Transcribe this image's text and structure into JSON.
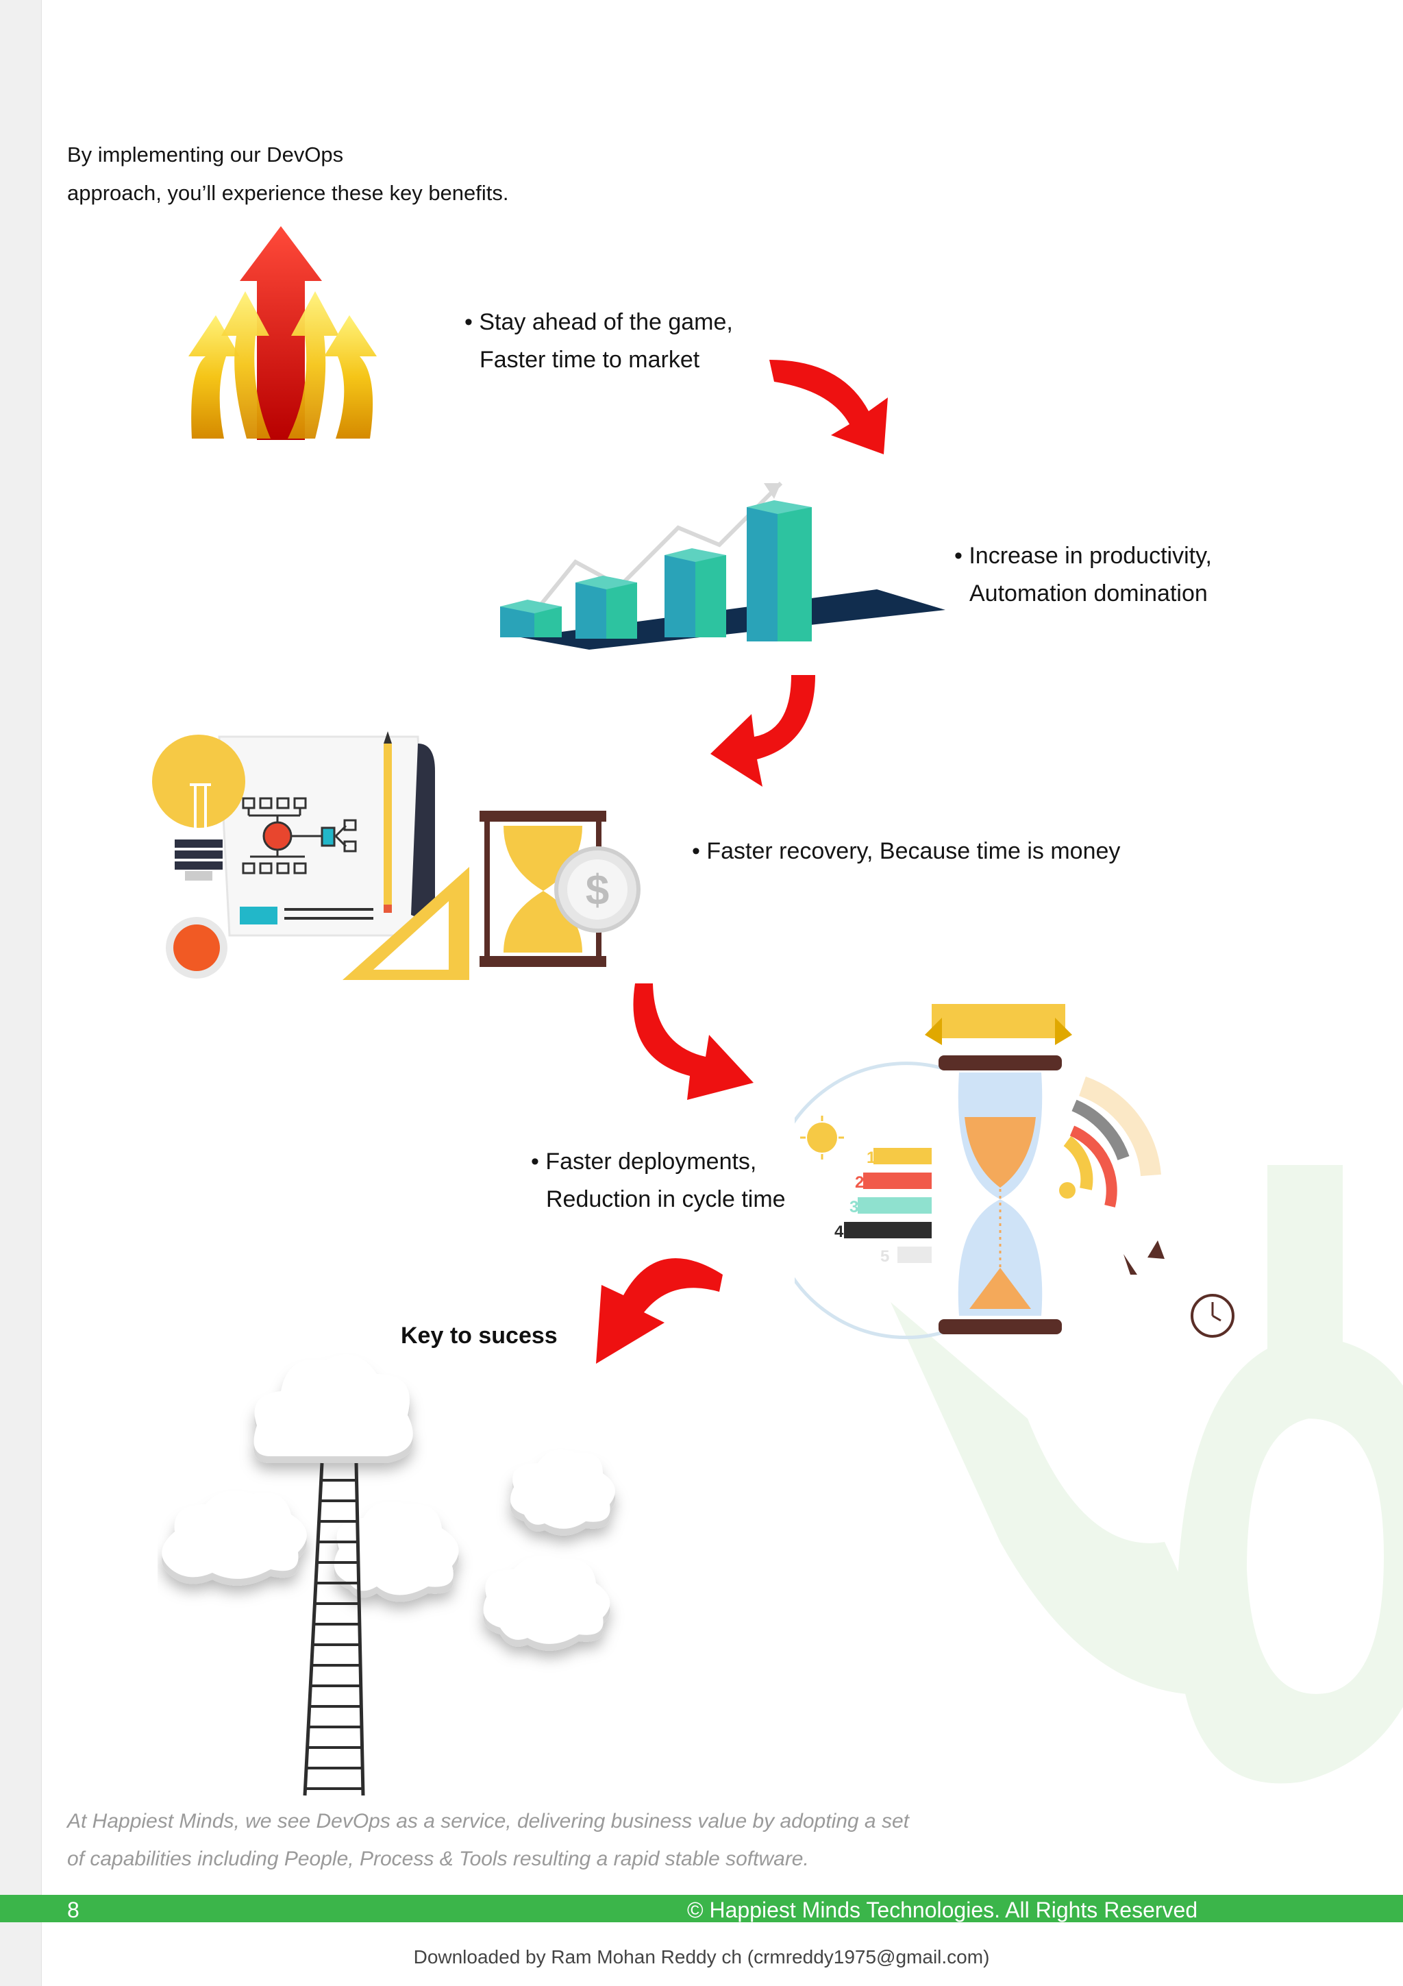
{
  "intro": {
    "line1": "By implementing our DevOps",
    "line2": "approach, you’ll experience these key benefits."
  },
  "benefits": [
    {
      "line1": "• Stay ahead of the game,",
      "line2": "Faster time to market"
    },
    {
      "line1": "• Increase in productivity,",
      "line2": "Automation domination"
    },
    {
      "line1": "• Faster recovery, Because time is money",
      "line2": ""
    },
    {
      "line1": "• Faster deployments,",
      "line2": "Reduction in cycle time"
    }
  ],
  "key_title": "Key to sucess",
  "rank_labels": [
    "1",
    "2",
    "3",
    "4",
    "5"
  ],
  "quote": {
    "line1": "At Happiest Minds, we see DevOps as a service, delivering business value by adopting a set",
    "line2": "of capabilities including People, Process & Tools resulting a rapid stable software."
  },
  "footer": {
    "page_number": "8",
    "copyright": "© Happiest Minds Technologies. All Rights Reserved"
  },
  "download_note": "Downloaded by Ram Mohan Reddy ch (crmreddy1975@gmail.com)",
  "colors": {
    "footer_green": "#3bb54a",
    "arrow_red": "#ee1111",
    "teal": "#27b5a0",
    "watermark_green": "#eef7ec"
  },
  "icons": [
    "growth-arrows-icon",
    "bar-chart-icon",
    "planning-lightbulb-icon",
    "hourglass-money-icon",
    "hourglass-deadline-icon",
    "cloud-ladder-icon",
    "curved-arrow-icon"
  ]
}
